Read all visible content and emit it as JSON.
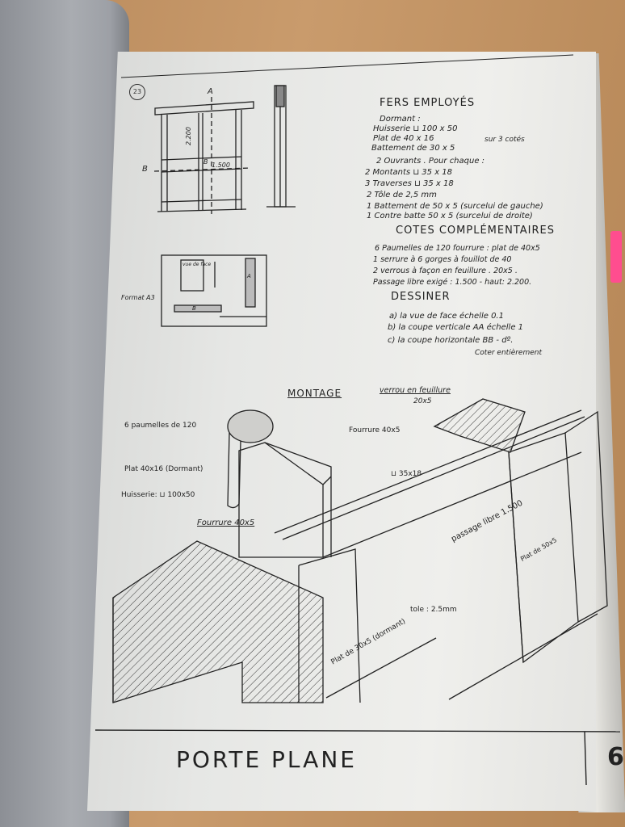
{
  "page_number": "23",
  "drawing_labels": {
    "section_mark_a": "A",
    "section_mark_b": "B",
    "section_mark_b2": "B",
    "dim_height": "2.200",
    "dim_width": "1.500",
    "format": "Format A3",
    "vue_de_face": "vue de face",
    "mark_a_small": "A",
    "mark_b_small": "B"
  },
  "fers": {
    "title": "FERS EMPLOYÉS",
    "lines": [
      "Dormant :",
      "Huisserie ⊔ 100 x 50",
      "Plat de        40 x 16",
      "Battement de 30 x 5",
      "2 Ouvrants . Pour chaque :",
      "2 Montants ⊔ 35 x 18",
      "3 Traverses ⊔ 35 x 18",
      "2 Tôle de      2,5 mm",
      "1 Battement de 50 x 5  (surcelui de gauche)",
      "1 Contre batte  50 x 5 (surcelui de droite)"
    ],
    "brace_note": "sur 3 cotés"
  },
  "cotes": {
    "title": "COTES COMPLÉMENTAIRES",
    "lines": [
      "6 Paumelles de 120  fourrure : plat de 40x5",
      "1 serrure à 6 gorges à fouillot de 40",
      "2 verrous à façon  en feuillure .  20x5 .",
      "Passage libre exigé : 1.500 - haut: 2.200."
    ]
  },
  "dessiner": {
    "title": "DESSINER",
    "lines": [
      "a) la vue de face échelle  0.1",
      "b) la coupe verticale AA  échelle  1",
      "c) la coupe horizontale BB - dº.",
      "Coter entièrement"
    ]
  },
  "montage": {
    "title": "MONTAGE",
    "verrou": "verrou en feuillure",
    "verrou_size": "20x5",
    "labels": {
      "paumelles": "6 paumelles de 120",
      "plat_dormant": "Plat 40x16 (Dormant)",
      "huisserie": "Huisserie: ⊔ 100x50",
      "fourrure_left": "Fourrure 40x5",
      "fourrure_top": "Fourrure 40x5",
      "u_35": "⊔ 35x18",
      "passage": "passage libre  1.500",
      "plat_50": "Plat de 50x5",
      "plat_30": "Plat de 30x5 (dormant)",
      "tole": "tole : 2.5mm"
    }
  },
  "footer": {
    "title": "PORTE  PLANE",
    "number": "6"
  }
}
